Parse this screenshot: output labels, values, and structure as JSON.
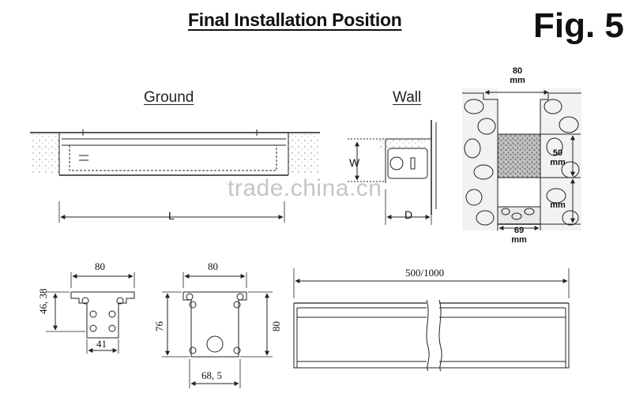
{
  "header": {
    "title": "Final Installation Position",
    "figure_label": "Fig. 5"
  },
  "ground_view": {
    "label": "Ground",
    "length_label": "L"
  },
  "wall_view": {
    "label": "Wall",
    "width_label": "W",
    "depth_label": "D"
  },
  "cross_section": {
    "top_width_label": "80\nmm",
    "depth_label": "50\nmm",
    "second_depth_label": "mm",
    "bottom_width_label": "69\nmm"
  },
  "end_plate_small": {
    "width_label": "80",
    "height_label": "46, 38",
    "bottom_label": "41"
  },
  "end_plate_large": {
    "width_label": "80",
    "height_left_label": "76",
    "height_right_label": "80",
    "bottom_label": "68, 5"
  },
  "side_view": {
    "length_label": "500/1000"
  },
  "watermark": {
    "text": "trade.china.cn"
  },
  "colors": {
    "line": "#222222",
    "gravel": "#888888",
    "background": "#ffffff"
  }
}
